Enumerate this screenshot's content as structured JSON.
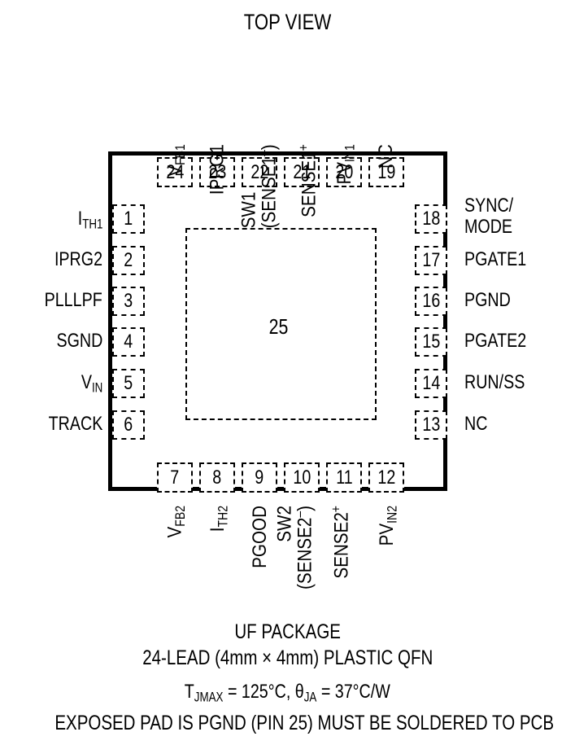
{
  "title": "TOP VIEW",
  "top_pins": [
    {
      "num": "24",
      "label": "V",
      "sub": "FB1"
    },
    {
      "num": "23",
      "label": "IPRG1"
    },
    {
      "num": "22",
      "label": "SW1",
      "label2": "(SENSE1",
      "sup2": "–",
      "label2_end": ")"
    },
    {
      "num": "21",
      "label": "SENSE1",
      "sup": "+"
    },
    {
      "num": "20",
      "label": "PV",
      "sub": "IN1"
    },
    {
      "num": "19",
      "label": "NC"
    }
  ],
  "left_pins": [
    {
      "num": "1",
      "label": "I",
      "sub": "TH1"
    },
    {
      "num": "2",
      "label": "IPRG2"
    },
    {
      "num": "3",
      "label": "PLLLPF"
    },
    {
      "num": "4",
      "label": "SGND"
    },
    {
      "num": "5",
      "label": "V",
      "sub": "IN"
    },
    {
      "num": "6",
      "label": "TRACK"
    }
  ],
  "right_pins": [
    {
      "num": "18",
      "label": "SYNC/",
      "label2": "MODE"
    },
    {
      "num": "17",
      "label": "PGATE1"
    },
    {
      "num": "16",
      "label": "PGND"
    },
    {
      "num": "15",
      "label": "PGATE2"
    },
    {
      "num": "14",
      "label": "RUN/SS"
    },
    {
      "num": "13",
      "label": "NC"
    }
  ],
  "bottom_pins": [
    {
      "num": "7",
      "label": "V",
      "sub": "FB2"
    },
    {
      "num": "8",
      "label": "I",
      "sub": "TH2"
    },
    {
      "num": "9",
      "label": "PGOOD"
    },
    {
      "num": "10",
      "label": "SW2",
      "label2": "(SENSE2",
      "sup2": "–",
      "label2_end": ")"
    },
    {
      "num": "11",
      "label": "SENSE2",
      "sup": "+"
    },
    {
      "num": "12",
      "label": "PV",
      "sub": "IN2"
    }
  ],
  "exposed_pad": "25",
  "package_name": "UF PACKAGE",
  "package_desc": "24-LEAD (4mm × 4mm) PLASTIC QFN",
  "thermal": {
    "t": "T",
    "t_sub": "JMAX",
    "t_val": " = 125°C, ",
    "theta": "θ",
    "theta_sub": "JA",
    "theta_val": " = 37°C/W"
  },
  "note": "EXPOSED PAD IS PGND (PIN 25) MUST BE SOLDERED TO PCB"
}
